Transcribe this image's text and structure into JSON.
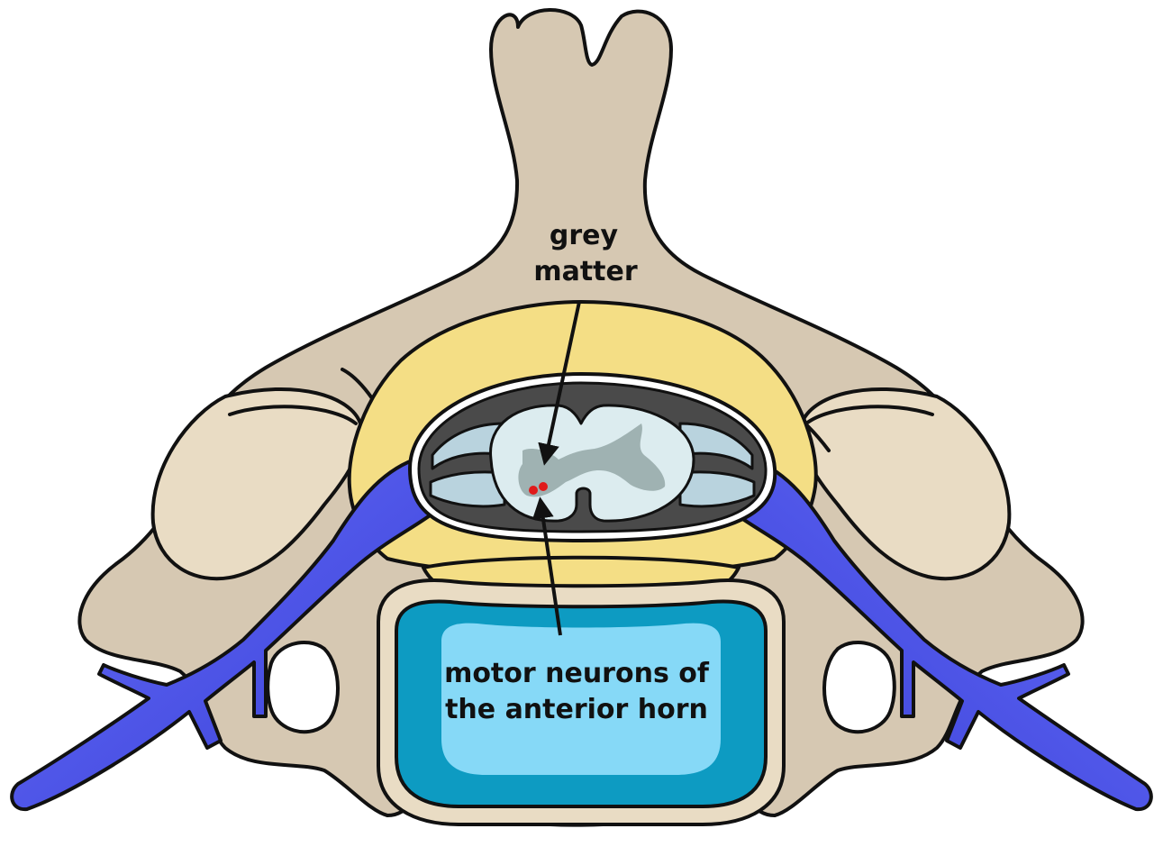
{
  "labels": {
    "grey_matter": [
      "grey",
      "matter"
    ],
    "motor_neurons": [
      "motor neurons of",
      "the anterior horn"
    ]
  },
  "colors": {
    "bone": "#d6c8b2",
    "bone_light": "#e9dcc4",
    "ligament": "#f4de85",
    "vein": "#4f56e8",
    "vein_dark": "#2f33c8",
    "disc_outer": "#0d9bc2",
    "disc_inner": "#86d9f7",
    "dura_dark": "#4a4a4a",
    "csf": "#b9d3de",
    "white_matter": "#dcecef",
    "grey_matter": "#9fb2b2",
    "neuron": "#e01a1a"
  },
  "icons": [
    "vertebra-illustration",
    "spinal-cord-cross-section",
    "vein-illustration",
    "arrow-icon"
  ]
}
